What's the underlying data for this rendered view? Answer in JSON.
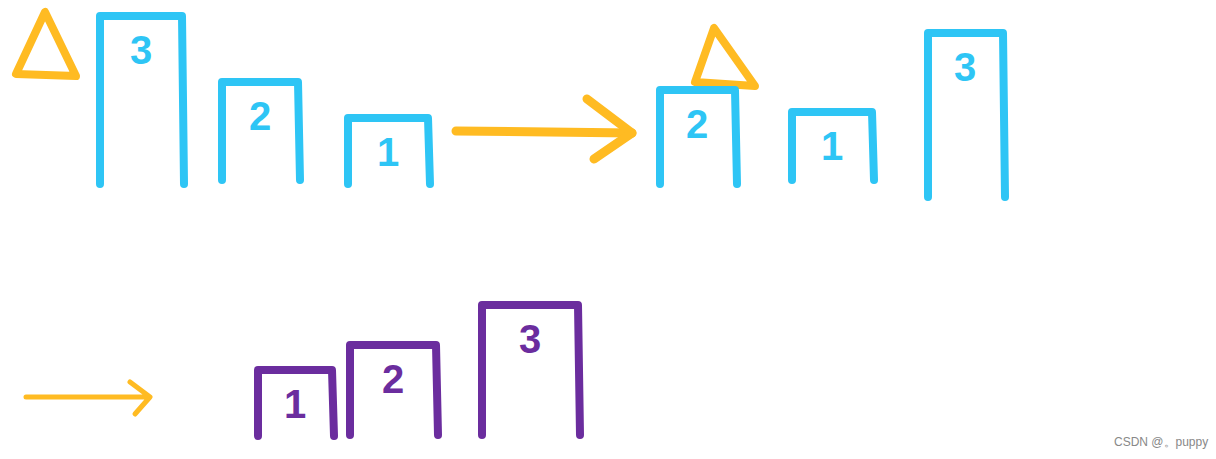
{
  "diagram": {
    "nodes": [
      {
        "text": [
          "3"
        ]
      },
      {
        "text": [
          "2"
        ]
      },
      {
        "text": [
          "1"
        ]
      },
      {
        "text": [
          "2"
        ]
      },
      {
        "text": [
          "1"
        ]
      },
      {
        "text": [
          "3"
        ]
      },
      {
        "text": [
          "1"
        ]
      },
      {
        "text": [
          "2"
        ]
      },
      {
        "text": [
          "3"
        ]
      }
    ],
    "edges": [
      {
        "from": 2,
        "to": 3,
        "arrow": "to"
      }
    ],
    "labels": [
      "CSDN @。puppy"
    ]
  }
}
